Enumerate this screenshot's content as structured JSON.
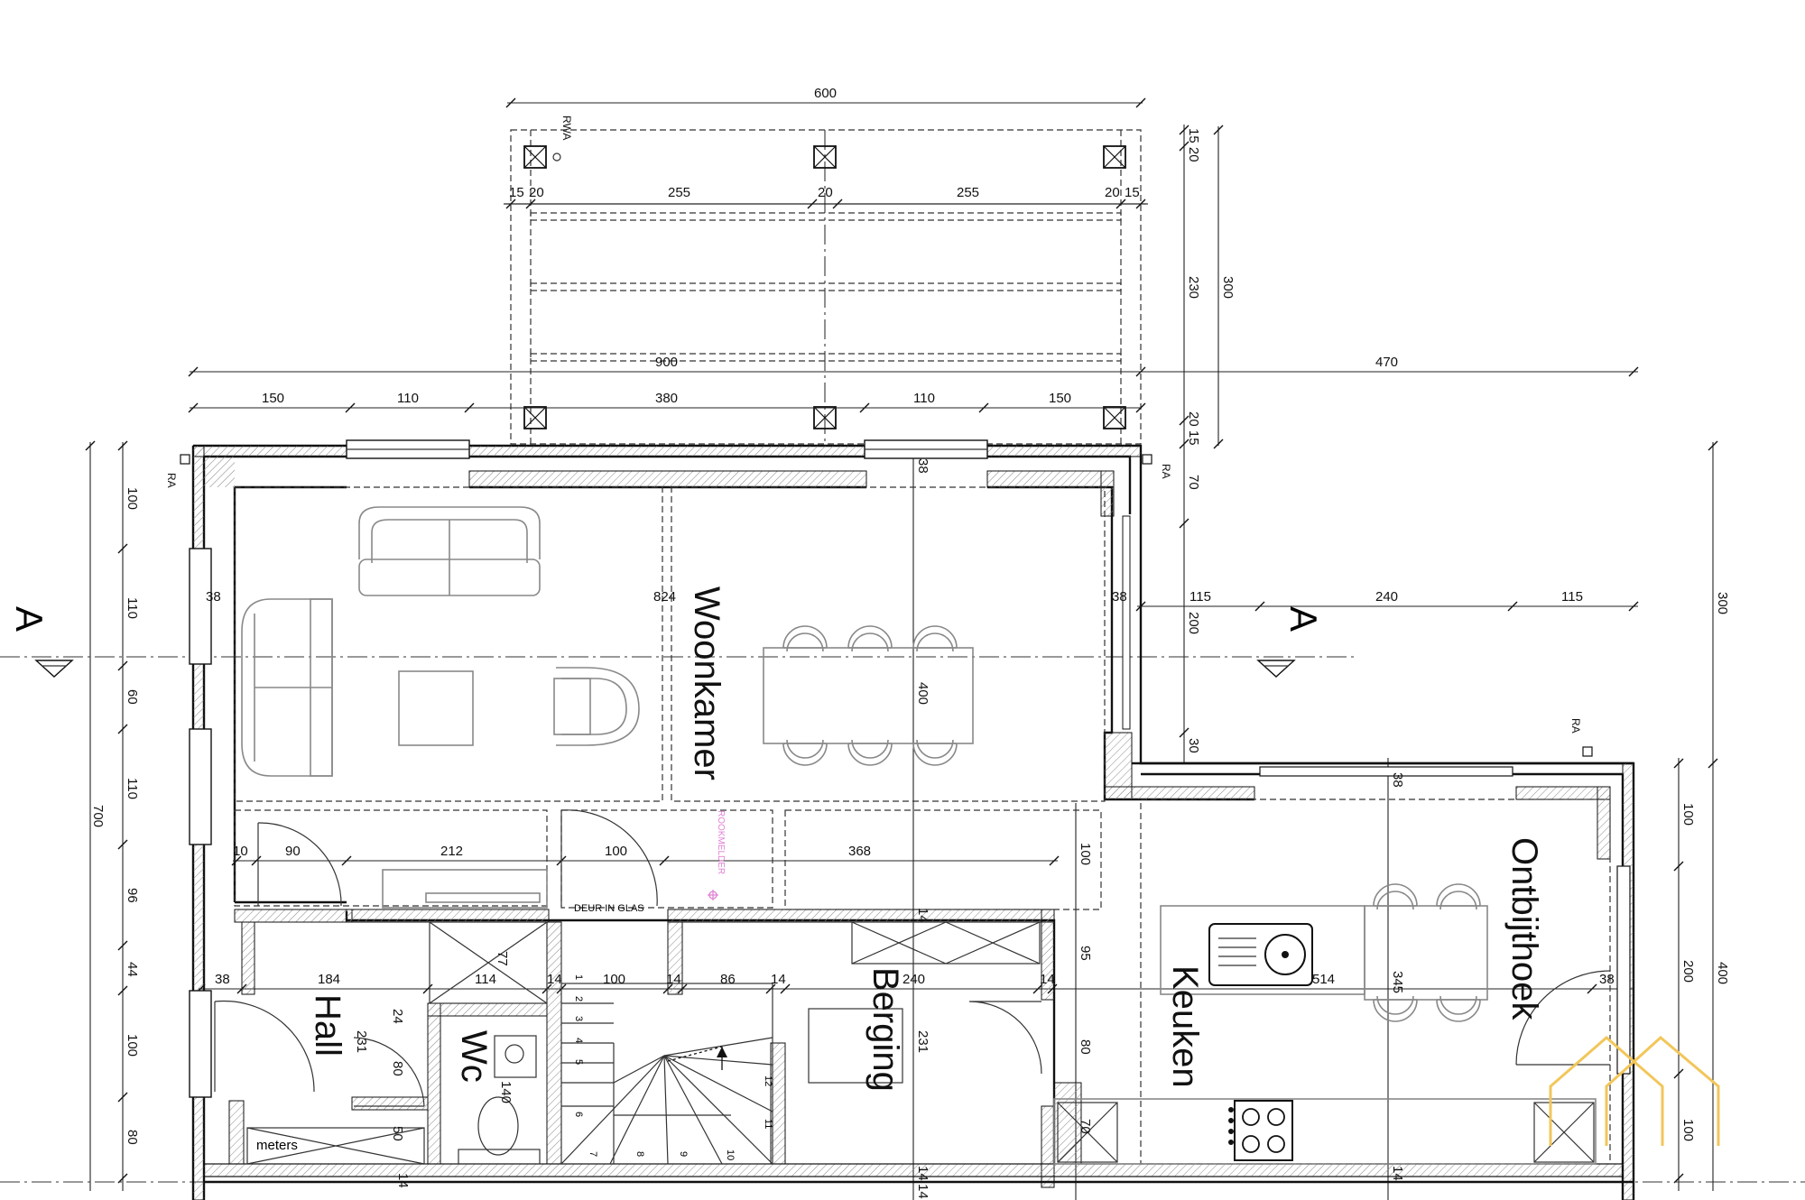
{
  "rooms": {
    "woonkamer": "Woonkamer",
    "ontbijthoek": "Ontbijthoek",
    "keuken": "Keuken",
    "berging": "Berging",
    "hall": "Hall",
    "wc": "Wc"
  },
  "section_marker": "A",
  "labels": {
    "rwa": "RWA",
    "ra": "RA",
    "deur_in_glas": "DEUR IN GLAS",
    "rookmelder": "ROOKMELDER",
    "meters": "meters"
  },
  "dims": {
    "top_total": "600",
    "top_15a": "15",
    "top_20a": "20",
    "top_255a": "255",
    "top_20b": "20",
    "top_255b": "255",
    "top_20c": "20",
    "top_15b": "15",
    "overall_900": "900",
    "right_470": "470",
    "row_150a": "150",
    "row_110a": "110",
    "row_380": "380",
    "row_110b": "110",
    "row_150b": "150",
    "canopy_1520": "15 20",
    "canopy_230": "230",
    "canopy_300": "300",
    "canopy_2015": "20 15",
    "right_70": "70",
    "right_115a": "115",
    "right_240": "240",
    "right_115b": "115",
    "right_200": "200",
    "right_30": "30",
    "right_300": "300",
    "wall_38a": "38",
    "wall_38b": "38",
    "wall_38c": "38",
    "wall_38d": "38",
    "wall_38e": "38",
    "wall_38f": "38",
    "living_824": "824",
    "living_400": "400",
    "left_100a": "100",
    "left_110a": "110",
    "left_60": "60",
    "left_110b": "110",
    "left_96": "96",
    "left_44": "44",
    "left_100b": "100",
    "left_80": "80",
    "left_700": "700",
    "mid_10": "10",
    "mid_90": "90",
    "mid_212": "212",
    "mid_100": "100",
    "mid_368": "368",
    "mid_100v": "100",
    "mid_95": "95",
    "mid_80v": "80",
    "mid_70v": "70",
    "row2_184": "184",
    "row2_114": "114",
    "row2_14a": "14",
    "row2_100": "100",
    "row2_14b": "14",
    "row2_86": "86",
    "row2_14c": "14",
    "row2_240": "240",
    "row2_14d": "14",
    "row2_514": "514",
    "row2_345": "345",
    "v_77": "77",
    "v_231a": "231",
    "v_24": "24",
    "v_80": "80",
    "v_50": "50",
    "v_140": "140",
    "v_231b": "231",
    "v_14top": "14",
    "bot_14a": "14",
    "bot_14b": "14",
    "bot_14c": "14",
    "bot_14d": "14",
    "far_100a": "100",
    "far_200": "200",
    "far_100b": "100",
    "far_400": "400",
    "stair_1": "1",
    "stair_2": "2",
    "stair_3": "3",
    "stair_4": "4",
    "stair_5": "5",
    "stair_6": "6",
    "stair_7": "7",
    "stair_8": "8",
    "stair_9": "9",
    "stair_10": "10",
    "stair_11": "11",
    "stair_12": "12"
  },
  "colors": {
    "wall": "#111111",
    "rookmelder": "#e07fd4",
    "logo": "#f2c65a"
  },
  "icons": [
    "house-logo-icon",
    "sink-icon",
    "cooktop-icon",
    "smoke-detector-icon"
  ]
}
